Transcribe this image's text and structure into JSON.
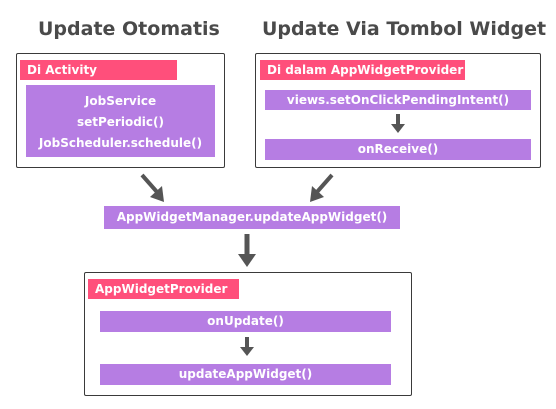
{
  "headings": {
    "left": "Update Otomatis",
    "right": "Update Via Tombol Widget"
  },
  "left_panel": {
    "tag": "Di Activity",
    "lines": [
      "JobService",
      "setPeriodic()",
      "JobScheduler.schedule()"
    ]
  },
  "right_panel": {
    "tag": "Di dalam AppWidgetProvider",
    "step1": "views.setOnClickPendingIntent()",
    "step2": "onReceive()"
  },
  "middle": {
    "label": "AppWidgetManager.updateAppWidget()"
  },
  "bottom_panel": {
    "tag": "AppWidgetProvider",
    "step1": "onUpdate()",
    "step2": "updateAppWidget()"
  },
  "colors": {
    "tag": "#ff4f7b",
    "box": "#b67de3",
    "arrow": "#555555"
  }
}
